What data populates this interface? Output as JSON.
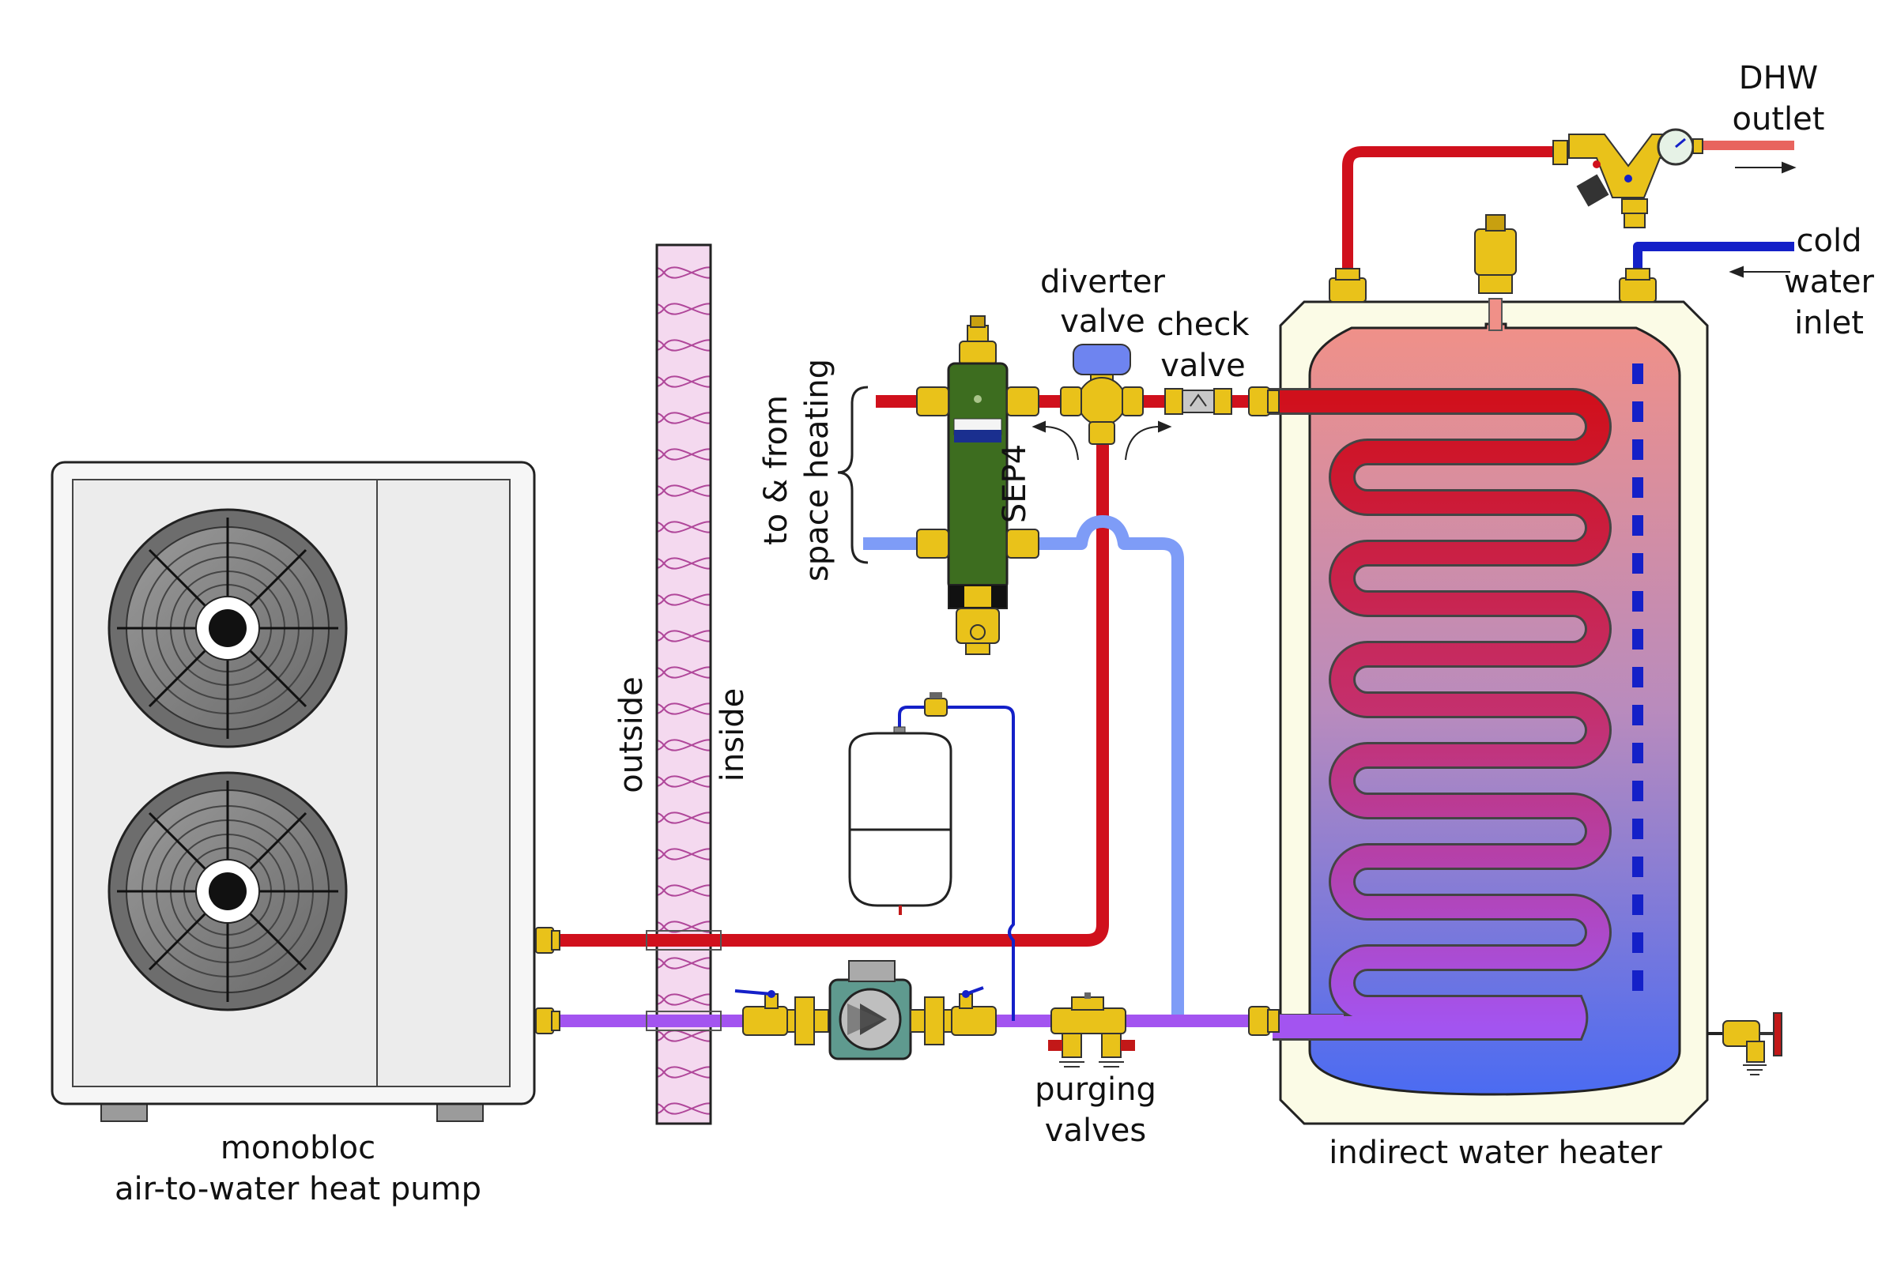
{
  "labels": {
    "heat_pump_line1": "monobloc",
    "heat_pump_line2": "air-to-water heat pump",
    "outside": "outside",
    "inside": "inside",
    "space_heating_line1": "to & from",
    "space_heating_line2": "space heating",
    "separator": "SEP4",
    "diverter_line1": "diverter",
    "diverter_line2": "valve",
    "check_line1": "check",
    "check_line2": "valve",
    "purging_line1": "purging",
    "purging_line2": "valves",
    "water_heater": "indirect water heater",
    "dhw_line1": "DHW",
    "dhw_line2": "outlet",
    "cold_line1": "cold",
    "cold_line2": "water",
    "cold_line3": "inlet"
  },
  "colors": {
    "hot_pipe": "#d0101c",
    "return_pipe": "#a354f0",
    "space_return_pipe": "#7e9cf7",
    "cold_pipe": "#1420c8",
    "dhw_pipe": "#e8645e",
    "brass": "#e9c21a",
    "separator_body": "#3d6d1f",
    "heat_pump_casing": "#ececec",
    "tank_jacket": "#fbfbe6",
    "tank_top": "#f09088",
    "tank_bottom": "#4b6bf2",
    "insulation": "#f4d9ef"
  }
}
